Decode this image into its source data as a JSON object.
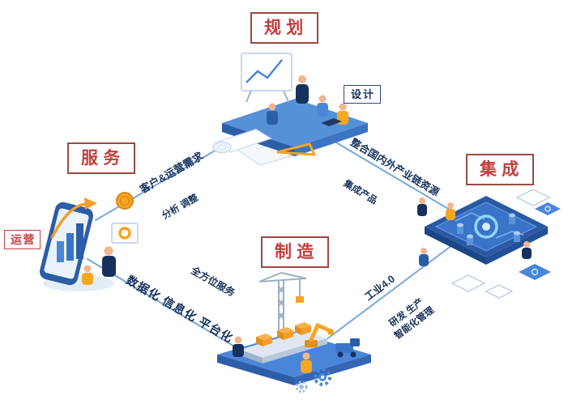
{
  "diagram": {
    "nodes": {
      "planning": "规划",
      "service": "服务",
      "integration": "集成",
      "manufacturing": "制造"
    },
    "tags": {
      "design": "设计",
      "operation": "运营"
    },
    "edges": {
      "service_planning": {
        "primary": "客户&运营需求",
        "secondary": "分析 调整"
      },
      "planning_integration": {
        "primary": "整合国内外产业链资源",
        "secondary": "集成产品"
      },
      "integration_manufacturing": {
        "primary": "工业4.0",
        "secondary": "研发 生产",
        "tertiary": "智能化管理"
      },
      "manufacturing_service": {
        "primary": "全方位服务",
        "secondary": "数据化 信息化 平台化"
      }
    },
    "colors": {
      "node_text_red": "#c13f3f",
      "edge_text_navy": "#16325c",
      "link_line_blue": "#76a9dd",
      "primary_blue": "#2a5aa6",
      "mid_blue": "#4a86d8",
      "light_blue": "#cfe2f6",
      "accent_orange": "#f5a623"
    }
  }
}
